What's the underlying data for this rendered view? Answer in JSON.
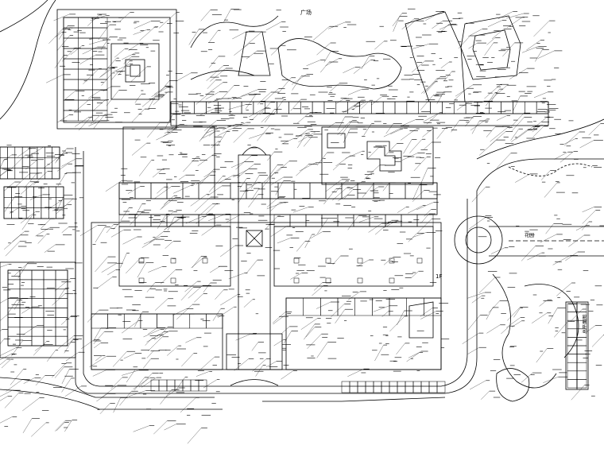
{
  "drawing": {
    "stroke_color": "#000000",
    "background_color": "#ffffff",
    "labels": {
      "top_park": "广场",
      "floor_mark": "1F",
      "east_annotation": "花园",
      "vertical_note": "总平面图"
    }
  }
}
